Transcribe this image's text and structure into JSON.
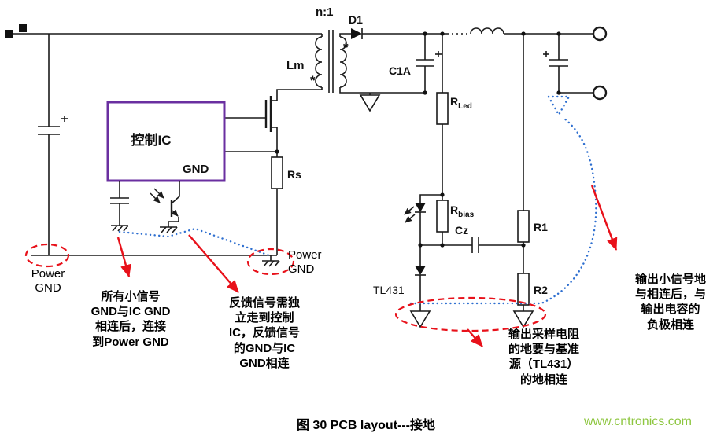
{
  "figure": {
    "caption": "图 30 PCB layout---接地",
    "watermark": "www.cntronics.com"
  },
  "colors": {
    "wire": "#1a1a1a",
    "ic_border_purple": "#6a2fa0",
    "highlight_red": "#e8111a",
    "ground_link_blue": "#2e6fd0",
    "watermark_green": "#8dc63f"
  },
  "labels": {
    "turns_ratio": "n:1",
    "magnetizing_inductance": "Lm",
    "polarity_mark": "*",
    "control_ic": "控制IC",
    "ic_gnd_pin": "GND",
    "sense_resistor": "Rs",
    "output_diode": "D1",
    "output_cap_primary": "C1A",
    "r_led_base": "R",
    "r_led_sub": "Led",
    "r_bias_base": "R",
    "r_bias_sub": "bias",
    "comp_cap": "Cz",
    "divider_top": "R1",
    "divider_bottom": "R2",
    "shunt_ref": "TL431",
    "power_gnd": "Power\nGND"
  },
  "annotations": [
    "所有小信号\nGND与IC GND\n相连后，连接\n到Power GND",
    "反馈信号需独\n立走到控制\nIC，反馈信号\n的GND与IC\nGND相连",
    "输出采样电阻\n的地要与基准\n源（TL431）\n的地相连",
    "输出小信号地\n与相连后，与\n输出电容的\n负极相连"
  ]
}
